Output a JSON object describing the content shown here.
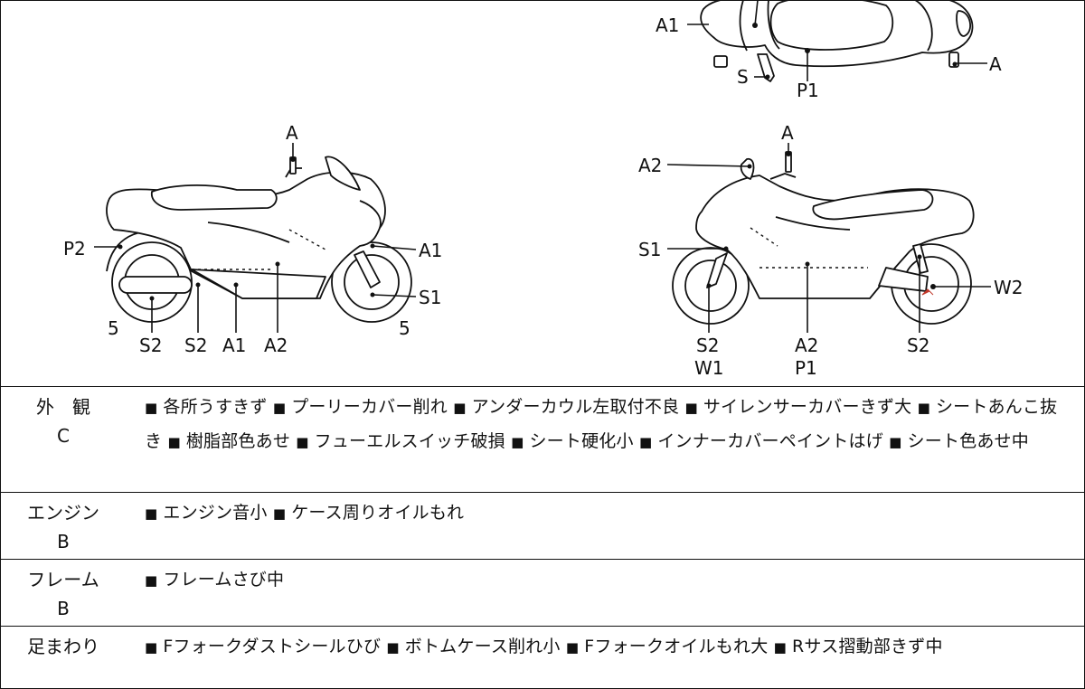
{
  "diagram": {
    "top_view_labels": {
      "a1": "A1",
      "s": "S",
      "p1": "P1",
      "a": "A"
    },
    "left_view_labels": {
      "a": "A",
      "p2": "P2",
      "a1_right": "A1",
      "s1": "S1",
      "five_left": "5",
      "five_right": "5",
      "s2_a": "S2",
      "s2_b": "S2",
      "a1_bottom": "A1",
      "a2": "A2"
    },
    "right_view_labels": {
      "a": "A",
      "a2_top": "A2",
      "s1": "S1",
      "w2": "W2",
      "s2_front": "S2",
      "w1": "W1",
      "a2_bottom": "A2",
      "p1": "P1",
      "s2_rear": "S2"
    }
  },
  "condition_rows": [
    {
      "category": "外　観",
      "grade": "C",
      "items": [
        "各所うすきず",
        "プーリーカバー削れ",
        "アンダーカウル左取付不良",
        "サイレンサーカバーきず大",
        "シートあんこ抜き",
        "樹脂部色あせ",
        "フューエルスイッチ破損",
        "シート硬化小",
        "インナーカバーペイントはげ",
        "シート色あせ中"
      ]
    },
    {
      "category": "エンジン",
      "grade": "B",
      "items": [
        "エンジン音小",
        "ケース周りオイルもれ"
      ]
    },
    {
      "category": "フレーム",
      "grade": "B",
      "items": [
        "フレームさび中"
      ]
    },
    {
      "category": "足まわり",
      "grade": "",
      "items": [
        "Fフォークダストシールひび",
        "ボトムケース削れ小",
        "Fフォークオイルもれ大",
        "Rサス摺動部きず中"
      ]
    }
  ],
  "bullet_glyph": "■"
}
